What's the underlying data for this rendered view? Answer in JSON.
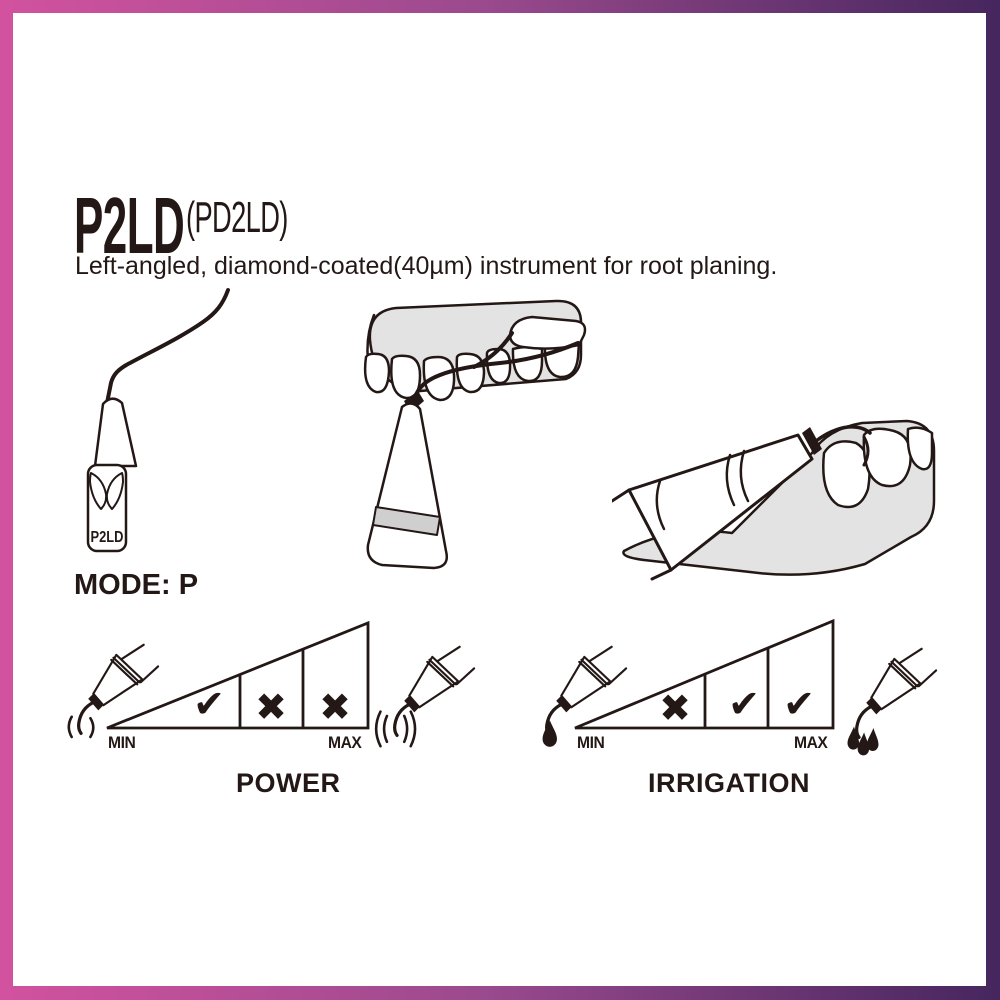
{
  "header": {
    "model": "P2LD",
    "variant": "(PD2LD)",
    "description": "Left-angled, diamond-coated(40µm) instrument for root planing."
  },
  "tip": {
    "label": "P2LD"
  },
  "mode": {
    "label": "MODE: P"
  },
  "power": {
    "title": "POWER",
    "min": "MIN",
    "max": "MAX",
    "marks": [
      "✔",
      "✖",
      "✖"
    ]
  },
  "irrigation": {
    "title": "IRRIGATION",
    "min": "MIN",
    "max": "MAX",
    "marks": [
      "✖",
      "✔",
      "✔"
    ]
  },
  "icons": {
    "power_min": "scaler-tip-weak-vibration-icon",
    "power_max": "scaler-tip-strong-vibration-icon",
    "irrigation_min": "scaler-tip-single-drop-icon",
    "irrigation_max": "scaler-tip-many-drops-icon"
  },
  "colors": {
    "ink": "#231815",
    "frame_gradient_left": "#d2529f",
    "frame_gradient_mid": "#9b4a8e",
    "frame_gradient_right": "#46265e",
    "illustration_gray": "#e3e3e3"
  }
}
